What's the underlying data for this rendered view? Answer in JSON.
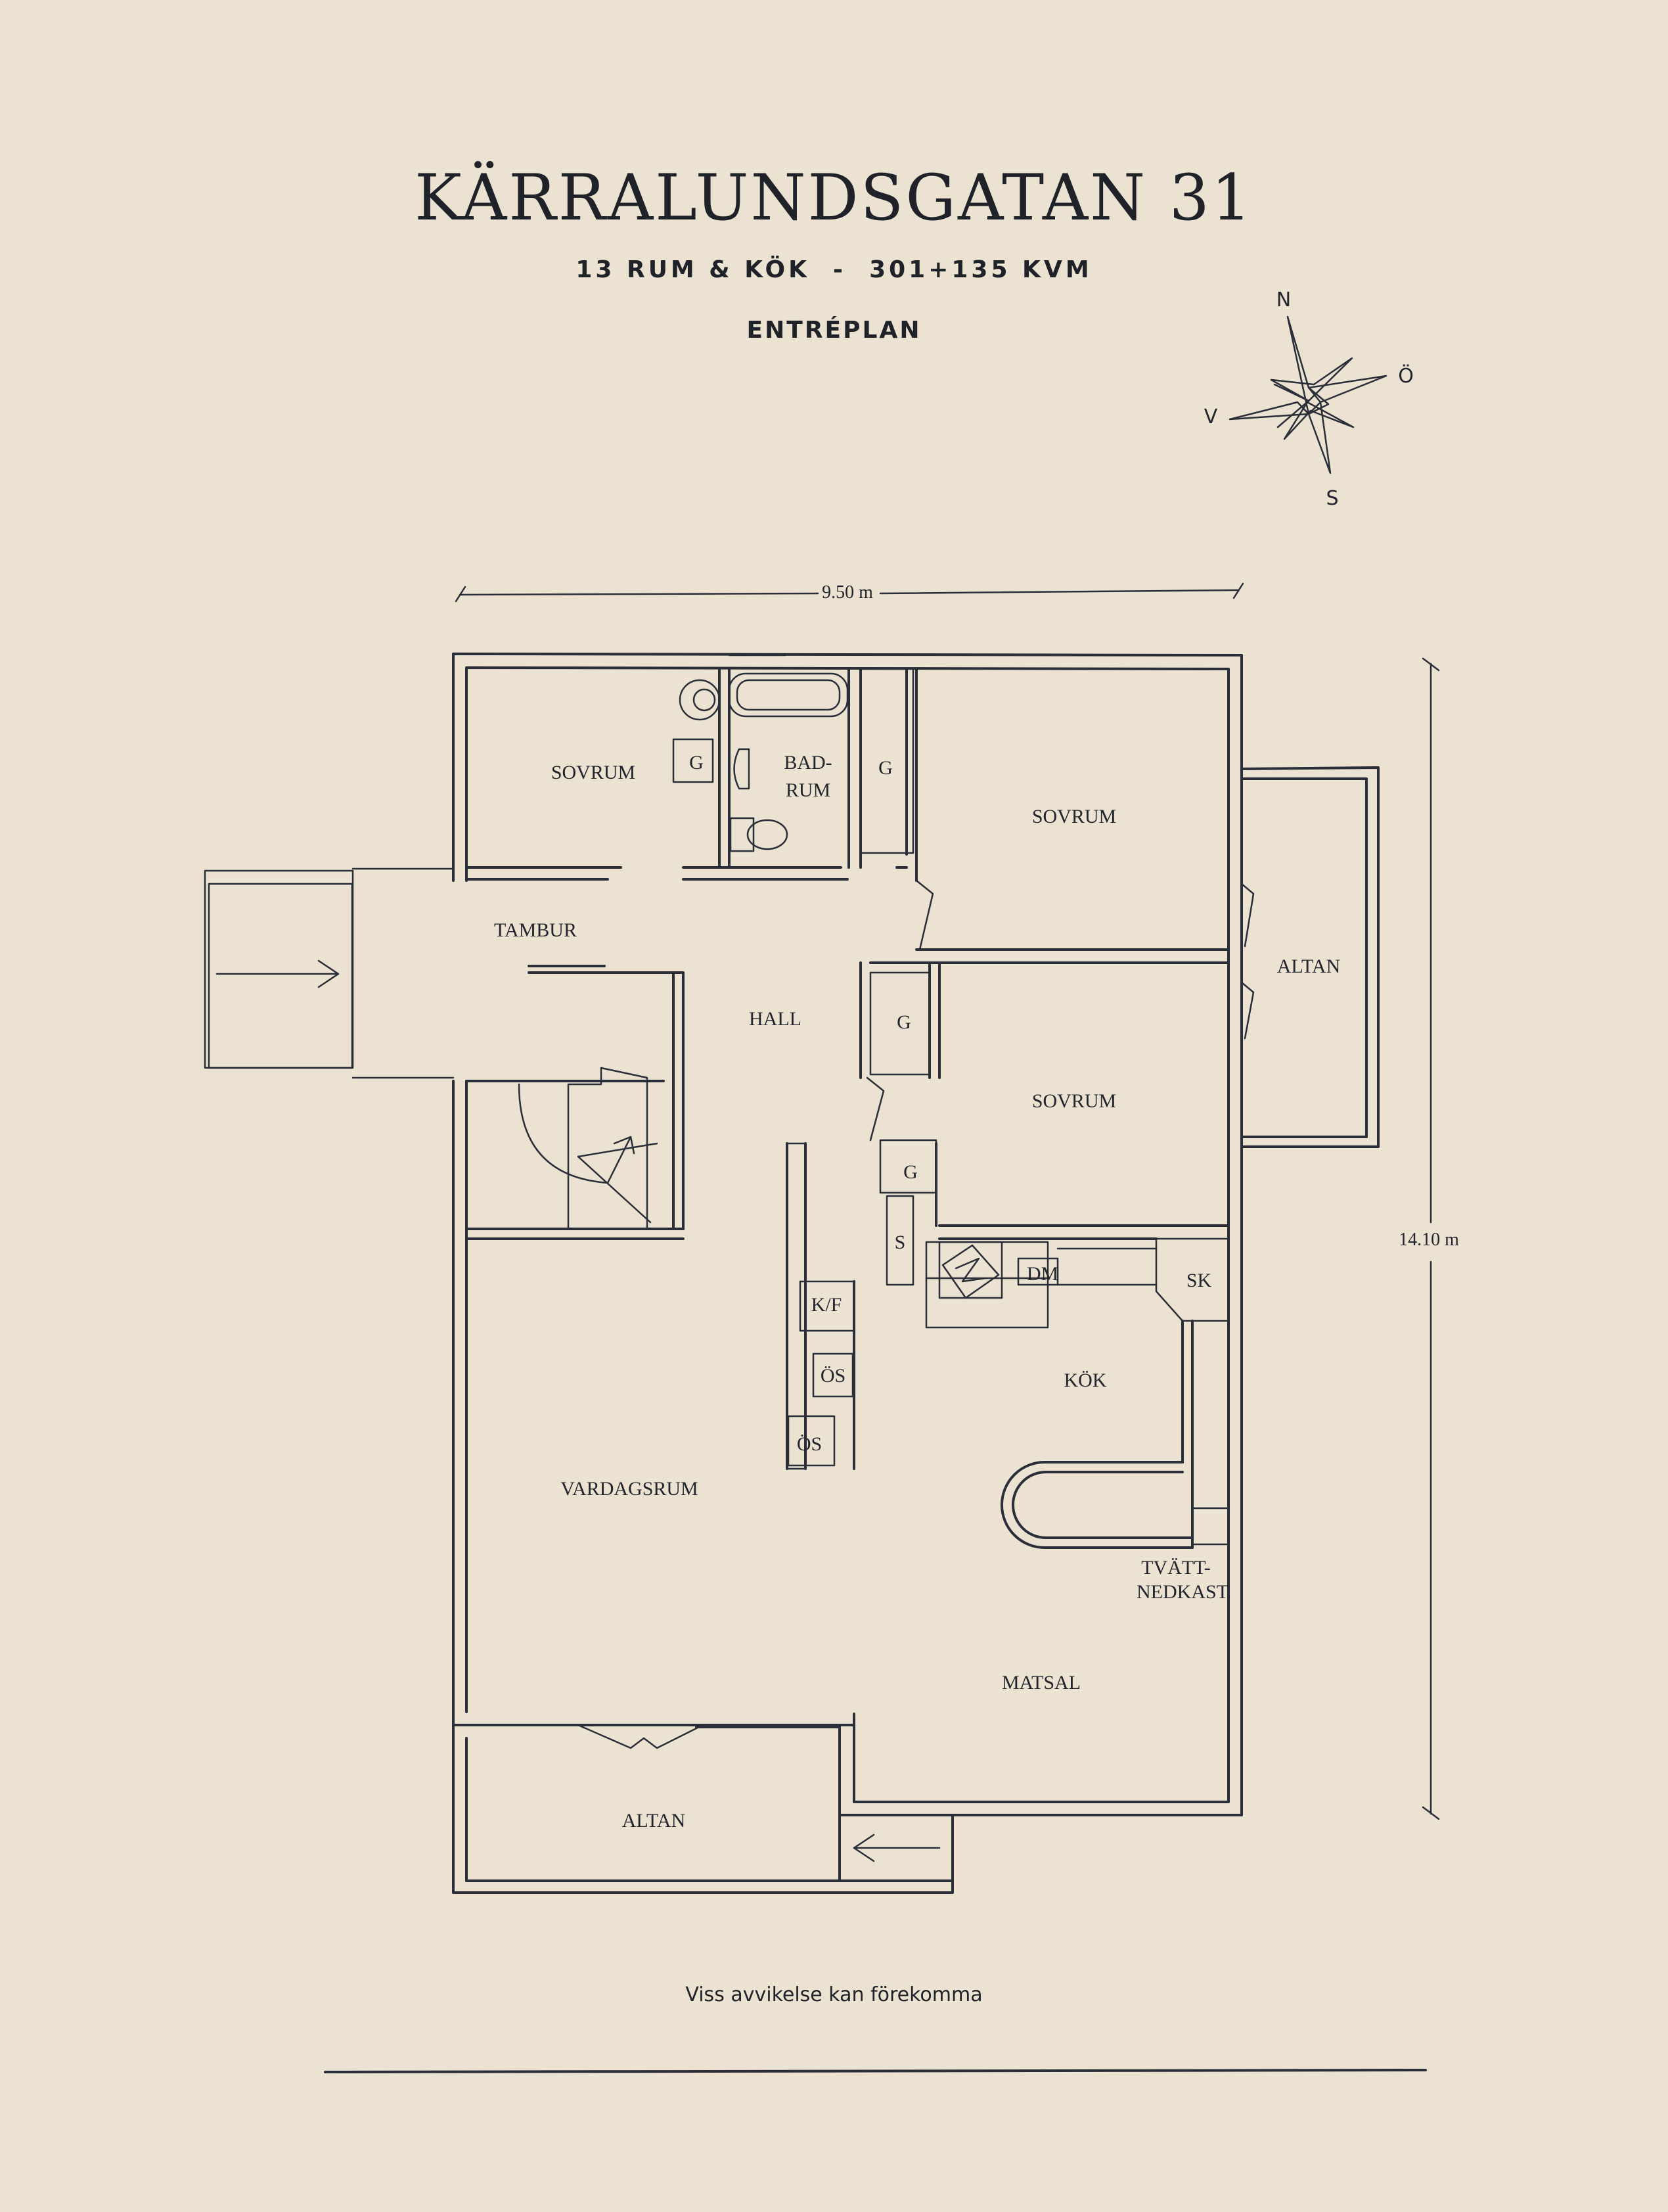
{
  "title": "KÄRRALUNDSGATAN 31",
  "subtitle": "13 RUM & KÖK  -  301+135 KVM",
  "level": "ENTRÉPLAN",
  "disclaimer": "Viss avvikelse kan förekomma",
  "compass": {
    "north": "N",
    "east": "Ö",
    "south": "S",
    "west": "V"
  },
  "dimensions": {
    "width": "9.50 m",
    "height": "14.10 m"
  },
  "rooms": {
    "sovrum_nw": "SOVRUM",
    "badrum_line1": "BAD-",
    "badrum_line2": "RUM",
    "sovrum_ne": "SOVRUM",
    "tambur": "TAMBUR",
    "hall": "HALL",
    "altan_east": "ALTAN",
    "sovrum_mid": "SOVRUM",
    "kok": "KÖK",
    "vardagsrum": "VARDAGSRUM",
    "tvatt_line1": "TVÄTT-",
    "tvatt_line2": "NEDKAST",
    "matsal": "MATSAL",
    "altan_south": "ALTAN"
  },
  "fixtures": {
    "g_bath": "G",
    "g_closet_top": "G",
    "g_hall": "G",
    "g_small": "G",
    "s": "S",
    "dm": "DM",
    "sk": "SK",
    "kf": "K/F",
    "os_1": "ÖS",
    "os_2": "ÖS"
  }
}
